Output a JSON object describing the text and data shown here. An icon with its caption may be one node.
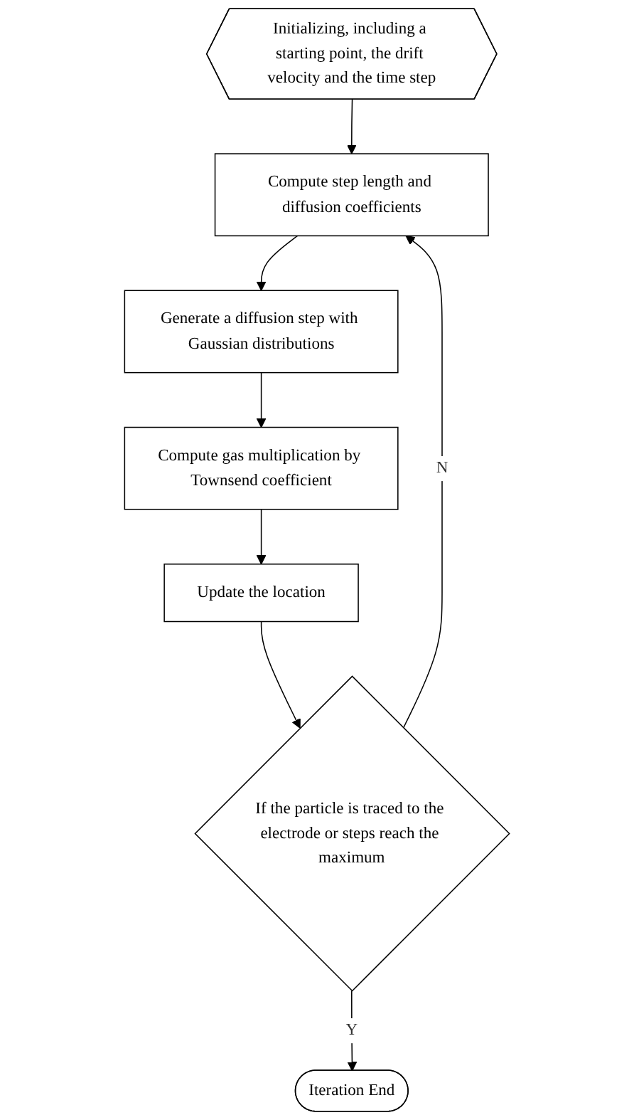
{
  "diagram": {
    "nodes": [
      {
        "text": [
          "Initializing, including a starting point, the drift velocity and the time step"
        ]
      },
      {
        "text": [
          "Compute step length and diffusion coefficients"
        ]
      },
      {
        "text": [
          "Generate a diffusion step with Gaussian distributions"
        ]
      },
      {
        "text": [
          "Compute gas multiplication by Townsend coefficient"
        ]
      },
      {
        "text": [
          "Update the location"
        ]
      },
      {
        "text": [
          "If the particle is traced to the electrode or steps reach the maximum"
        ]
      },
      {
        "text": [
          "Iteration End"
        ]
      }
    ],
    "edges": [
      {
        "from": 0,
        "to": 1,
        "arrow": "to"
      },
      {
        "from": 1,
        "to": 2,
        "arrow": "to"
      },
      {
        "from": 2,
        "to": 3,
        "arrow": "to"
      },
      {
        "from": 3,
        "to": 4,
        "arrow": "to"
      },
      {
        "from": 4,
        "to": 5,
        "arrow": "to"
      },
      {
        "from": 5,
        "to": 6,
        "label": "Y",
        "arrow": "to"
      },
      {
        "from": 5,
        "to": 1,
        "label": "N",
        "arrow": "to"
      }
    ]
  }
}
